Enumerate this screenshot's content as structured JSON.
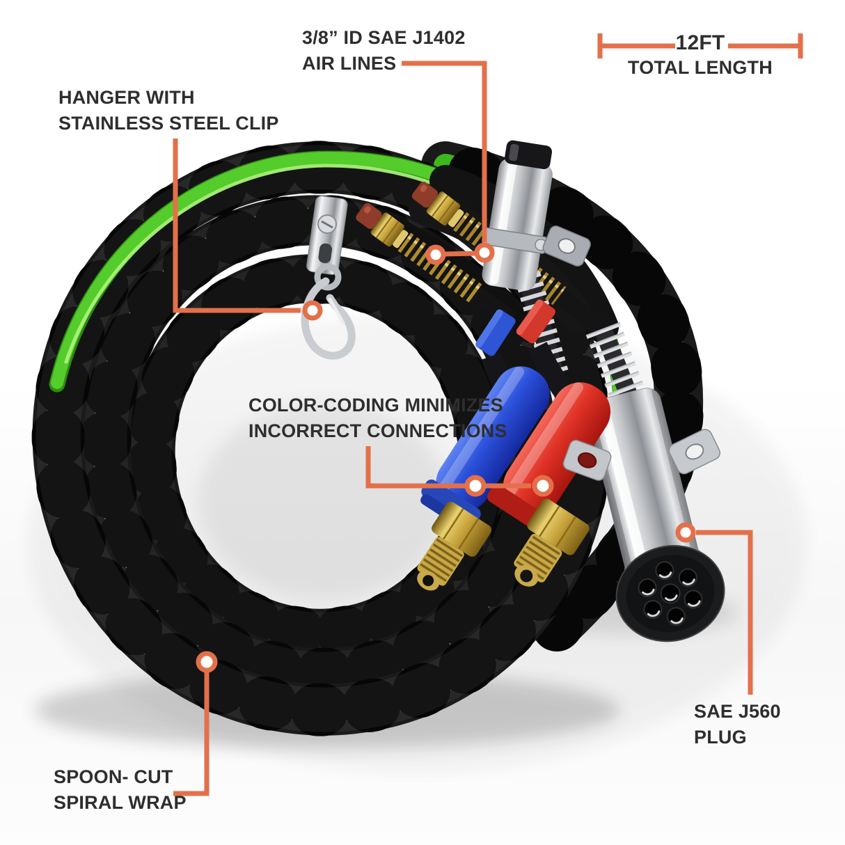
{
  "colors": {
    "accent_orange": "#E3704A",
    "hose_green": "#54CC2B",
    "gladhand_blue": "#2B50D9",
    "gladhand_red": "#E03226",
    "brass": "#C7A23C",
    "chrome": "#D9DADC",
    "wrap_black": "#1A1A1A",
    "text": "#2E2E2E",
    "background": "#FFFFFF"
  },
  "callouts": {
    "air_lines": {
      "line1": "3/8” ID SAE J1402",
      "line2": "AIR LINES"
    },
    "total_length": {
      "value": "12FT",
      "label": "TOTAL LENGTH"
    },
    "hanger": {
      "line1": "HANGER WITH",
      "line2": "STAINLESS STEEL CLIP"
    },
    "color_coding": {
      "line1": "COLOR-CODING MINIMIZES",
      "line2": "INCORRECT CONNECTIONS"
    },
    "plug": {
      "line1": "SAE J560",
      "line2": "PLUG"
    },
    "spiral_wrap": {
      "line1": "SPOON- CUT",
      "line2": "SPIRAL WRAP"
    }
  }
}
